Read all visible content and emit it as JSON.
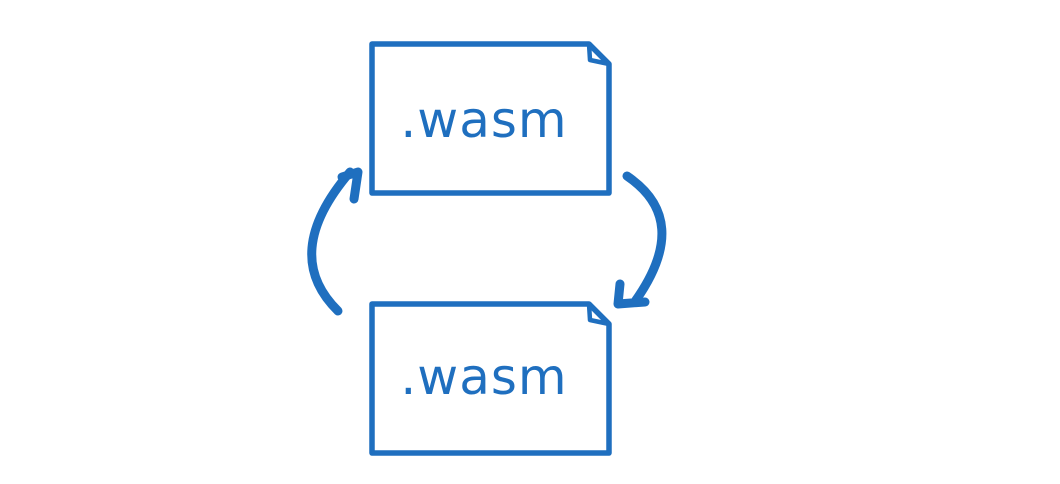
{
  "diagram": {
    "accent_color": "#1f6fbf",
    "background_color": "#ffffff",
    "files": [
      {
        "label": ".wasm",
        "icon": "file-document-icon"
      },
      {
        "label": ".wasm",
        "icon": "file-document-icon"
      }
    ],
    "arrows": [
      {
        "icon": "curved-arrow-down-icon",
        "from": "top-file",
        "to": "bottom-file"
      },
      {
        "icon": "curved-arrow-up-icon",
        "from": "bottom-file",
        "to": "top-file"
      }
    ]
  }
}
